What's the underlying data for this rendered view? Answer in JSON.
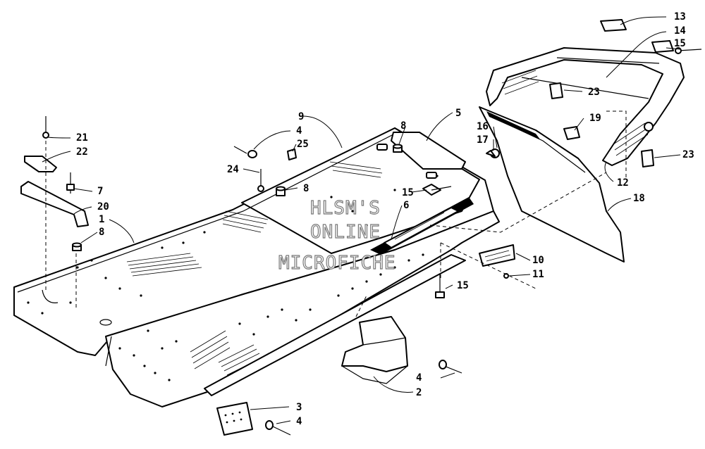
{
  "watermark": {
    "line1": "HLSM'S",
    "line2": "ONLINE",
    "line3": "MICROFICHE"
  },
  "callouts": [
    {
      "id": "c13a",
      "label": "13"
    },
    {
      "id": "c14",
      "label": "14"
    },
    {
      "id": "c15a",
      "label": "15"
    },
    {
      "id": "c23a",
      "label": "23"
    },
    {
      "id": "c19",
      "label": "19"
    },
    {
      "id": "c23b",
      "label": "23"
    },
    {
      "id": "c12",
      "label": "12"
    },
    {
      "id": "c18",
      "label": "18"
    },
    {
      "id": "c9",
      "label": "9"
    },
    {
      "id": "c8a",
      "label": "8"
    },
    {
      "id": "c5",
      "label": "5"
    },
    {
      "id": "c16",
      "label": "16"
    },
    {
      "id": "c17",
      "label": "17"
    },
    {
      "id": "c4a",
      "label": "4"
    },
    {
      "id": "c25",
      "label": "25"
    },
    {
      "id": "c24",
      "label": "24"
    },
    {
      "id": "c8b",
      "label": "8"
    },
    {
      "id": "c15b",
      "label": "15"
    },
    {
      "id": "c6",
      "label": "6"
    },
    {
      "id": "c21",
      "label": "21"
    },
    {
      "id": "c22",
      "label": "22"
    },
    {
      "id": "c7",
      "label": "7"
    },
    {
      "id": "c20",
      "label": "20"
    },
    {
      "id": "c1",
      "label": "1"
    },
    {
      "id": "c8c",
      "label": "8"
    },
    {
      "id": "c10",
      "label": "10"
    },
    {
      "id": "c11",
      "label": "11"
    },
    {
      "id": "c15c",
      "label": "15"
    },
    {
      "id": "c4b",
      "label": "4"
    },
    {
      "id": "c2",
      "label": "2"
    },
    {
      "id": "c3",
      "label": "3"
    },
    {
      "id": "c4c",
      "label": "4"
    }
  ]
}
